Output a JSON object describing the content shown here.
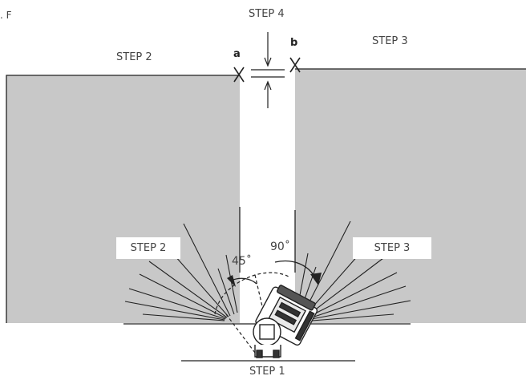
{
  "figure_ref": ". F",
  "labels": {
    "step4": "STEP 4",
    "step3_top": "STEP 3",
    "step2_top": "STEP 2",
    "step2_box": "STEP 2",
    "step3_box": "STEP 3",
    "step1": "STEP 1",
    "point_a": "a",
    "point_b": "b",
    "angle_45": "45˚",
    "angle_90": "90˚"
  },
  "colors": {
    "panel_fill": "#c8c8c8",
    "line": "#222222",
    "background": "#ffffff"
  }
}
